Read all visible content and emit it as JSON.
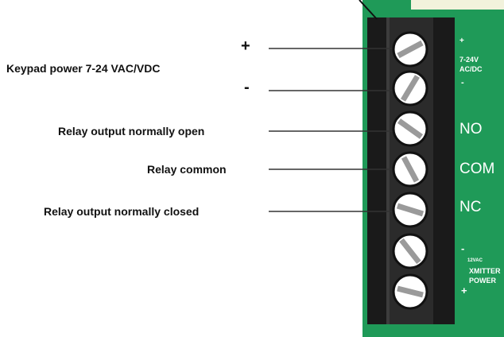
{
  "labels": {
    "keypad_power": "Keypad power 7-24 VAC/VDC",
    "plus": "+",
    "minus": "-",
    "relay_no": "Relay output normally open",
    "relay_common": "Relay common",
    "relay_nc": "Relay output normally closed"
  },
  "board_labels": {
    "top_plus": "+",
    "power_line1": "7-24V",
    "power_line2": "AC/DC",
    "power_minus": "-",
    "no": "NO",
    "com": "COM",
    "nc": "NC",
    "xmit_minus": "-",
    "xmit_voltage": "12VAC",
    "xmit_line1": "XMITTER",
    "xmit_line2": "POWER",
    "xmit_plus": "+"
  },
  "colors": {
    "pcb_green": "#1f9a58",
    "terminal_block": "#2b2b2b",
    "terminal_dark": "#111111",
    "screw_face": "#ffffff",
    "screw_slot": "#9a9a9a"
  }
}
